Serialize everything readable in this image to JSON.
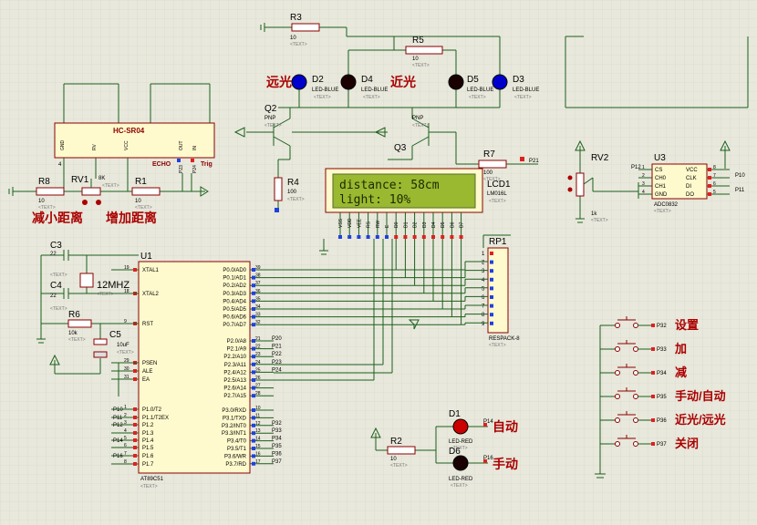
{
  "components": {
    "r3": {
      "ref": "R3",
      "value": "10",
      "text": "<TEXT>"
    },
    "r5": {
      "ref": "R5",
      "value": "10",
      "text": "<TEXT>"
    },
    "d2": {
      "ref": "D2",
      "model": "LED-BLUE",
      "text": "<TEXT>"
    },
    "d4": {
      "ref": "D4",
      "model": "LED-BLUE",
      "text": "<TEXT>"
    },
    "d5": {
      "ref": "D5",
      "model": "LED-BLUE",
      "text": "<TEXT>"
    },
    "d3": {
      "ref": "D3",
      "model": "LED-BLUE",
      "text": "<TEXT>"
    },
    "q2": {
      "ref": "Q2",
      "model": "PNP",
      "text": "<TEXT>"
    },
    "q3": {
      "ref": "Q3",
      "model": "PNP",
      "text": "<TEXT>"
    },
    "r4": {
      "ref": "R4",
      "value": "100",
      "text": "<TEXT>"
    },
    "r7": {
      "ref": "R7",
      "value": "100",
      "text": "<TEXT>"
    },
    "r8": {
      "ref": "R8",
      "value": "10",
      "text": "<TEXT>"
    },
    "r1": {
      "ref": "R1",
      "value": "10",
      "text": "<TEXT>"
    },
    "rv1": {
      "ref": "RV1",
      "value": "8K",
      "text": "<TEXT>"
    },
    "rv2": {
      "ref": "RV2",
      "value": "1k",
      "text": "<TEXT>"
    },
    "r6": {
      "ref": "R6",
      "value": "10k",
      "text": "<TEXT>"
    },
    "c3": {
      "ref": "C3",
      "value": "22",
      "text": "<TEXT>"
    },
    "c4": {
      "ref": "C4",
      "value": "22",
      "text": "<TEXT>"
    },
    "c5": {
      "ref": "C5",
      "value": "10uF",
      "text": "<TEXT>"
    },
    "x1": {
      "value": "12MHZ",
      "text": "<TEXT>"
    },
    "r2": {
      "ref": "R2",
      "value": "10",
      "text": "<TEXT>"
    },
    "d1": {
      "ref": "D1",
      "model": "LED-RED",
      "text": "<TEXT>"
    },
    "d6": {
      "ref": "D6",
      "model": "LED-RED",
      "text": "<TEXT>"
    },
    "rp1": {
      "ref": "RP1",
      "model": "RESPACK-8",
      "text": "<TEXT>"
    },
    "lcd1": {
      "ref": "LCD1",
      "model": "LM016L",
      "text": "<TEXT>"
    },
    "u3": {
      "ref": "U3",
      "model": "ADC0832",
      "text": "<TEXT>"
    },
    "u1": {
      "ref": "U1",
      "model": "AT89C51",
      "text": "<TEXT>"
    },
    "hc": {
      "model": "HC-SR04"
    }
  },
  "hc_pins": [
    "GND",
    "RV",
    "VCC",
    "OUT",
    "IN"
  ],
  "hc_pin_labels": {
    "echo": "ECHO",
    "trig": "Trig",
    "p23": "P23",
    "p24": "P24",
    "n4": "4"
  },
  "lcd": {
    "line1": "distance: 58cm",
    "line2": "light: 10%",
    "pins": [
      "VSS",
      "VDD",
      "VEE",
      "RS",
      "RW",
      "E",
      "D0",
      "D1",
      "D2",
      "D3",
      "D4",
      "D5",
      "D6",
      "D7"
    ]
  },
  "u1_left": [
    {
      "pin": "19",
      "name": "XTAL1"
    },
    {
      "pin": "18",
      "name": "XTAL2"
    },
    {
      "pin": "9",
      "name": "RST"
    },
    {
      "pin": "29",
      "name": "PSEN"
    },
    {
      "pin": "30",
      "name": "ALE"
    },
    {
      "pin": "31",
      "name": "EA"
    },
    {
      "pin": "1",
      "name": "P1.0/T2",
      "net": "P10"
    },
    {
      "pin": "2",
      "name": "P1.1/T2EX",
      "net": "P11"
    },
    {
      "pin": "3",
      "name": "P1.2",
      "net": "P12"
    },
    {
      "pin": "4",
      "name": "P1.3"
    },
    {
      "pin": "5",
      "name": "P1.4",
      "net": "P14"
    },
    {
      "pin": "6",
      "name": "P1.5"
    },
    {
      "pin": "7",
      "name": "P1.6",
      "net": "P16"
    },
    {
      "pin": "8",
      "name": "P1.7"
    }
  ],
  "u1_p0": [
    {
      "pin": "39",
      "name": "P0.0/AD0"
    },
    {
      "pin": "38",
      "name": "P0.1/AD1"
    },
    {
      "pin": "37",
      "name": "P0.2/AD2"
    },
    {
      "pin": "36",
      "name": "P0.3/AD3"
    },
    {
      "pin": "35",
      "name": "P0.4/AD4"
    },
    {
      "pin": "34",
      "name": "P0.5/AD5"
    },
    {
      "pin": "33",
      "name": "P0.6/AD6"
    },
    {
      "pin": "32",
      "name": "P0.7/AD7"
    }
  ],
  "u1_p2": [
    {
      "pin": "21",
      "name": "P2.0/A8",
      "net": "P20"
    },
    {
      "pin": "22",
      "name": "P2.1/A9",
      "net": "P21"
    },
    {
      "pin": "23",
      "name": "P2.2/A10",
      "net": "P22"
    },
    {
      "pin": "24",
      "name": "P2.3/A11",
      "net": "P23"
    },
    {
      "pin": "25",
      "name": "P2.4/A12",
      "net": "P24"
    },
    {
      "pin": "26",
      "name": "P2.5/A13"
    },
    {
      "pin": "27",
      "name": "P2.6/A14"
    },
    {
      "pin": "28",
      "name": "P2.7/A15"
    }
  ],
  "u1_p3": [
    {
      "pin": "10",
      "name": "P3.0/RXD"
    },
    {
      "pin": "11",
      "name": "P3.1/TXD"
    },
    {
      "pin": "12",
      "name": "P3.2/INT0",
      "net": "P32"
    },
    {
      "pin": "13",
      "name": "P3.3/INT1",
      "net": "P33"
    },
    {
      "pin": "14",
      "name": "P3.4/T0",
      "net": "P34"
    },
    {
      "pin": "15",
      "name": "P3.5/T1",
      "net": "P35"
    },
    {
      "pin": "16",
      "name": "P3.6/WR",
      "net": "P36"
    },
    {
      "pin": "17",
      "name": "P3.7/RD",
      "net": "P37"
    }
  ],
  "adc_left": [
    {
      "pin": "1",
      "name": "CS"
    },
    {
      "pin": "2",
      "name": "CH0"
    },
    {
      "pin": "3",
      "name": "CH1"
    },
    {
      "pin": "4",
      "name": "GND"
    }
  ],
  "adc_right": [
    {
      "pin": "8",
      "name": "VCC"
    },
    {
      "pin": "7",
      "name": "CLK"
    },
    {
      "pin": "6",
      "name": "DI"
    },
    {
      "pin": "5",
      "name": "DO"
    }
  ],
  "adc_nets": {
    "cs": "P12",
    "clk": "P10",
    "dout": "P11"
  },
  "rp_pins": [
    "1",
    "2",
    "3",
    "4",
    "5",
    "6",
    "7",
    "8",
    "9"
  ],
  "nets": {
    "p21": "P21",
    "p14": "P14",
    "p16": "P16"
  },
  "buttons": [
    {
      "net": "P32",
      "label": "设置"
    },
    {
      "net": "P33",
      "label": "加"
    },
    {
      "net": "P34",
      "label": "减"
    },
    {
      "net": "P35",
      "label": "手动/自动"
    },
    {
      "net": "P36",
      "label": "近光/远光"
    },
    {
      "net": "P37",
      "label": "关闭"
    }
  ],
  "labels": {
    "far_light": "远光",
    "near_light": "近光",
    "decrease_distance": "减小距离",
    "increase_distance": "增加距离",
    "auto": "自动",
    "manual": "手动"
  },
  "colors": {
    "background": "#e8e8dc",
    "grid": "#d4d4c4",
    "wire": "#1a5f1a",
    "component": "#8b0000",
    "chip_fill": "#fffacd",
    "lcd_fill": "#9ab830",
    "lcd_text": "#1a2a00",
    "led_blue": "#0000cc",
    "led_red": "#cc0000",
    "label_red": "#aa0000",
    "pin_marker_red": "#e02020",
    "pin_marker_blue": "#2040e0"
  }
}
